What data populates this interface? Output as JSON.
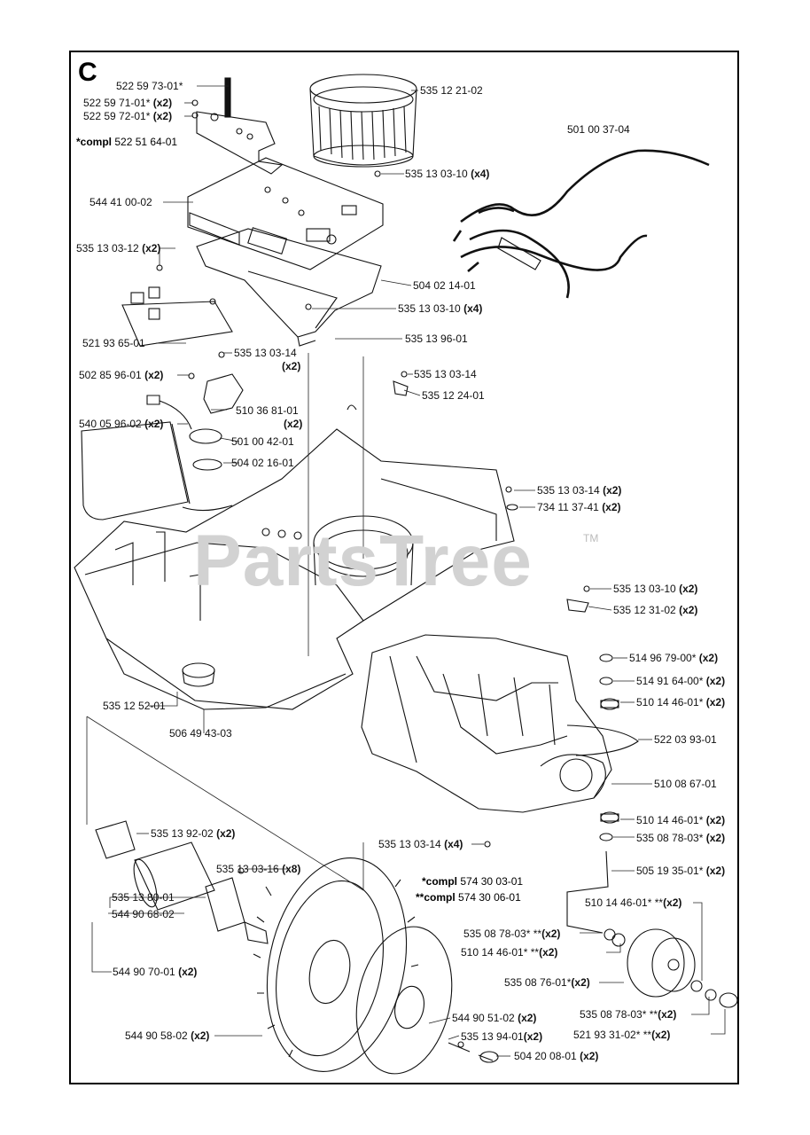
{
  "section_letter": "C",
  "watermark": "PartsTree",
  "trademark": "TM",
  "notes": [
    {
      "prefix": "*compl",
      "text": "522 51 64-01"
    },
    {
      "prefix": "*compl",
      "text": "574 30 03-01"
    },
    {
      "prefix": "**compl",
      "text": "574 30 06-01"
    }
  ],
  "parts": [
    {
      "num": "522 59 73-01*",
      "qty": ""
    },
    {
      "num": "522 59 71-01*",
      "qty": "(x2)"
    },
    {
      "num": "522 59 72-01*",
      "qty": "(x2)"
    },
    {
      "num": "544 41 00-02",
      "qty": ""
    },
    {
      "num": "535 13 03-12",
      "qty": "(x2)"
    },
    {
      "num": "521 93 65-01",
      "qty": ""
    },
    {
      "num": "535 13 03-14",
      "qty": "(x2)"
    },
    {
      "num": "502 85 96-01",
      "qty": "(x2)"
    },
    {
      "num": "510 36 81-01",
      "qty": "(x2)"
    },
    {
      "num": "540 05 96-02",
      "qty": "(x2)"
    },
    {
      "num": "501 00 42-01",
      "qty": ""
    },
    {
      "num": "504 02 16-01",
      "qty": ""
    },
    {
      "num": "535 12 21-02",
      "qty": ""
    },
    {
      "num": "535 13 03-10",
      "qty": "(x4)"
    },
    {
      "num": "501 00 37-04",
      "qty": ""
    },
    {
      "num": "504 02 14-01",
      "qty": ""
    },
    {
      "num": "535 13 03-10",
      "qty": "(x4)"
    },
    {
      "num": "535 13 96-01",
      "qty": ""
    },
    {
      "num": "535 13 03-14",
      "qty": ""
    },
    {
      "num": "535 12 24-01",
      "qty": ""
    },
    {
      "num": "535 13 03-14",
      "qty": "(x2)"
    },
    {
      "num": "734 11 37-41",
      "qty": "(x2)"
    },
    {
      "num": "535 13 03-10",
      "qty": "(x2)"
    },
    {
      "num": "535 12 31-02",
      "qty": "(x2)"
    },
    {
      "num": "514 96 79-00*",
      "qty": "(x2)"
    },
    {
      "num": "514 91 64-00*",
      "qty": "(x2)"
    },
    {
      "num": "510 14 46-01*",
      "qty": "(x2)"
    },
    {
      "num": "522 03 93-01",
      "qty": ""
    },
    {
      "num": "510 08 67-01",
      "qty": ""
    },
    {
      "num": "510 14 46-01*",
      "qty": "(x2)"
    },
    {
      "num": "535 08 78-03*",
      "qty": "(x2)"
    },
    {
      "num": "535 12 52-01",
      "qty": ""
    },
    {
      "num": "506 49 43-03",
      "qty": ""
    },
    {
      "num": "535 13 03-14",
      "qty": "(x4)"
    },
    {
      "num": "505 19 35-01*",
      "qty": "(x2)"
    },
    {
      "num": "535 13 92-02",
      "qty": "(x2)"
    },
    {
      "num": "535 13 03-16",
      "qty": "(x8)"
    },
    {
      "num": "535 13 80-01",
      "qty": ""
    },
    {
      "num": "544 90 68-02",
      "qty": ""
    },
    {
      "num": "544 90 70-01",
      "qty": "(x2)"
    },
    {
      "num": "510 14 46-01* **",
      "qty": "(x2)"
    },
    {
      "num": "535 08 78-03* **",
      "qty": "(x2)"
    },
    {
      "num": "510 14 46-01* **",
      "qty": "(x2)"
    },
    {
      "num": "535 08 76-01*",
      "qty": "(x2)"
    },
    {
      "num": "535 08 78-03* **",
      "qty": "(x2)"
    },
    {
      "num": "521 93 31-02* **",
      "qty": "(x2)"
    },
    {
      "num": "544 90 51-02",
      "qty": "(x2)"
    },
    {
      "num": "535 13 94-01",
      "qty": "(x2)"
    },
    {
      "num": "544 90 58-02",
      "qty": "(x2)"
    },
    {
      "num": "504 20 08-01",
      "qty": "(x2)"
    }
  ]
}
